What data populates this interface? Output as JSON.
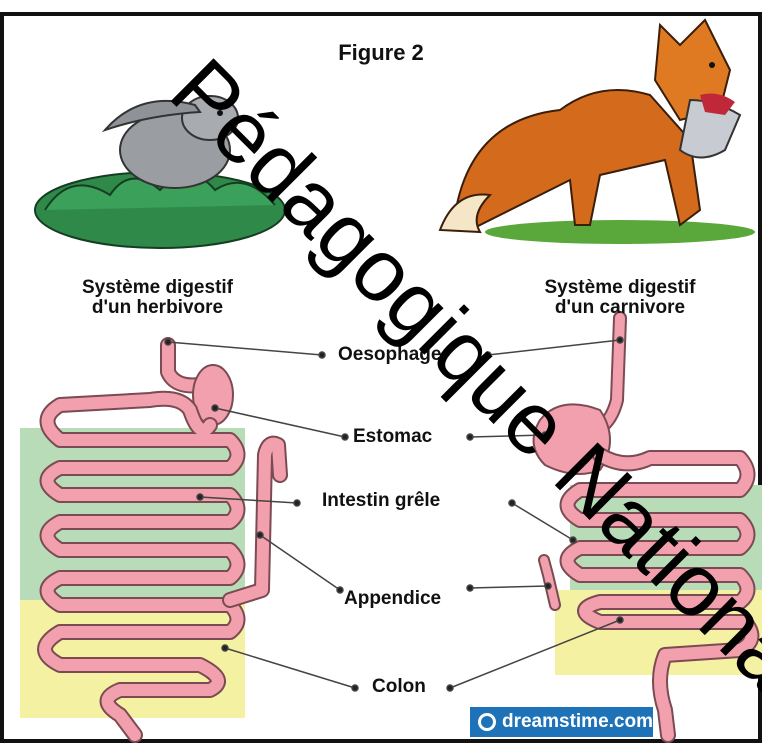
{
  "figure_title": "Figure 2",
  "herbivore_caption_line1": "Système digestif",
  "herbivore_caption_line2": "d'un herbivore",
  "carnivore_caption_line1": "Système digestif",
  "carnivore_caption_line2": "d'un carnivore",
  "organs": {
    "oesophage": "Oesophage",
    "estomac": "Estomac",
    "intestin": "Intestin grêle",
    "appendice": "Appendice",
    "colon": "Colon"
  },
  "watermark_text": "Pédagogique National",
  "source_logo": "dreamstime.com",
  "colors": {
    "intestine": "#f2a0ad",
    "intestine_outline": "#7a4b52",
    "green_zone": "#b9dcb8",
    "yellow_zone": "#f4f1a3",
    "frame": "#111111"
  }
}
